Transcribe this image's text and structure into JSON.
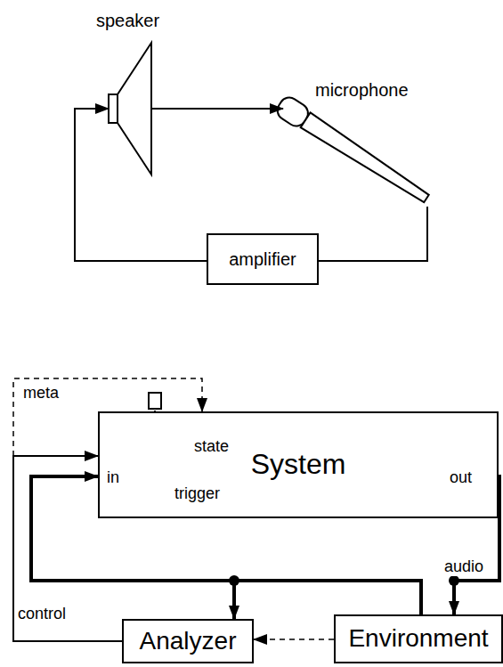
{
  "diagram": {
    "nodes": [
      {
        "text": [
          "speaker"
        ]
      },
      {
        "text": [
          "microphone"
        ]
      },
      {
        "text": [
          "amplifier"
        ]
      },
      {
        "text": [
          "System"
        ]
      },
      {
        "text": [
          "Analyzer"
        ]
      },
      {
        "text": [
          "Environment"
        ]
      }
    ],
    "edges": [
      {
        "from": 0,
        "to": 1,
        "arrow": "to"
      },
      {
        "from": 1,
        "to": 2,
        "arrow": "none"
      },
      {
        "from": 2,
        "to": 0,
        "arrow": "to"
      },
      {
        "from": 4,
        "to": 3,
        "label": "control",
        "arrow": "to"
      },
      {
        "from": 4,
        "to": 3,
        "label": "meta",
        "arrow": "to"
      },
      {
        "from": 5,
        "to": 3,
        "label": "audio",
        "arrow": "to"
      },
      {
        "from": 5,
        "to": 4,
        "arrow": "to"
      },
      {
        "from": 3,
        "to": 5,
        "arrow": "to"
      },
      {
        "from": 5,
        "to": 4,
        "arrow": "to"
      }
    ],
    "labels": [
      "in",
      "state",
      "trigger",
      "out"
    ]
  }
}
